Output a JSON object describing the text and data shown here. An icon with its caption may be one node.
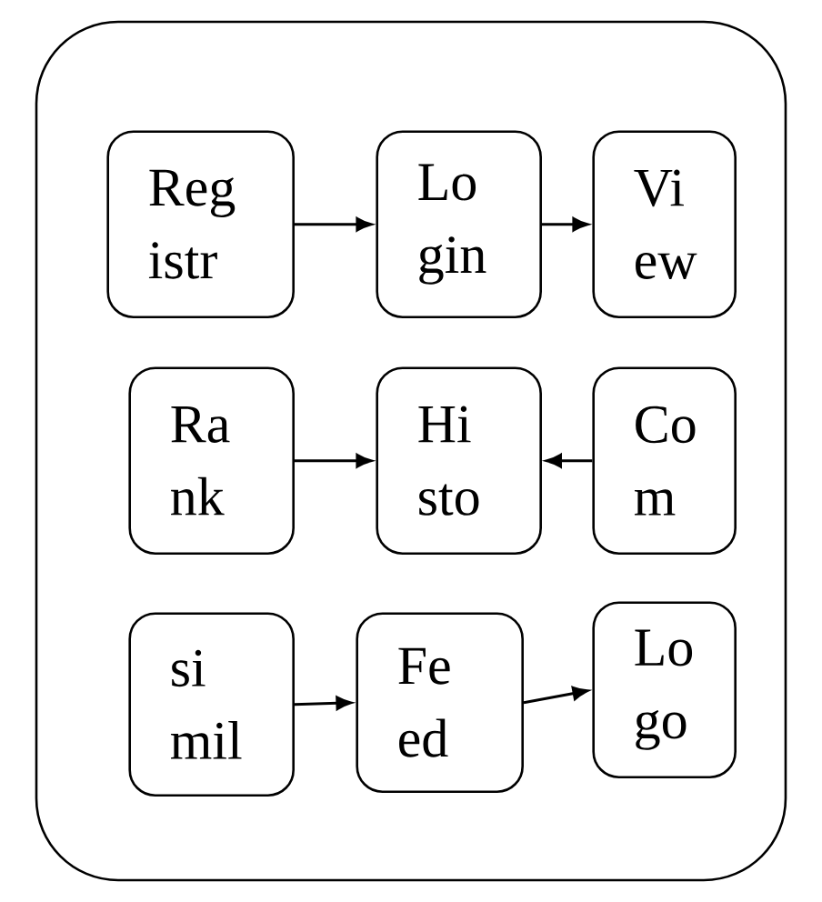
{
  "diagram": {
    "nodes": [
      {
        "text": [],
        "shape": "box"
      },
      {
        "text": [
          "Reg istr"
        ],
        "in": 0
      },
      {
        "text": [
          "Lo gin"
        ],
        "in": 0
      },
      {
        "text": [
          "Vi ew"
        ],
        "in": 0
      },
      {
        "text": [
          "Ra nk"
        ],
        "in": 0
      },
      {
        "text": [
          "Hi sto"
        ],
        "in": 0
      },
      {
        "text": [
          "Co m"
        ],
        "in": 0
      },
      {
        "text": [
          "si mil"
        ],
        "in": 0
      },
      {
        "text": [
          "Fe ed"
        ],
        "in": 0
      },
      {
        "text": [
          "Lo go"
        ],
        "in": 0
      }
    ],
    "edges": [
      {
        "from": 1,
        "to": 2,
        "arrow": "to"
      },
      {
        "from": 2,
        "to": 3,
        "arrow": "to"
      },
      {
        "from": 4,
        "to": 5,
        "arrow": "to"
      },
      {
        "from": 6,
        "to": 5,
        "arrow": "to"
      },
      {
        "from": 7,
        "to": 8,
        "arrow": "to"
      },
      {
        "from": 8,
        "to": 9,
        "arrow": "to"
      }
    ]
  }
}
